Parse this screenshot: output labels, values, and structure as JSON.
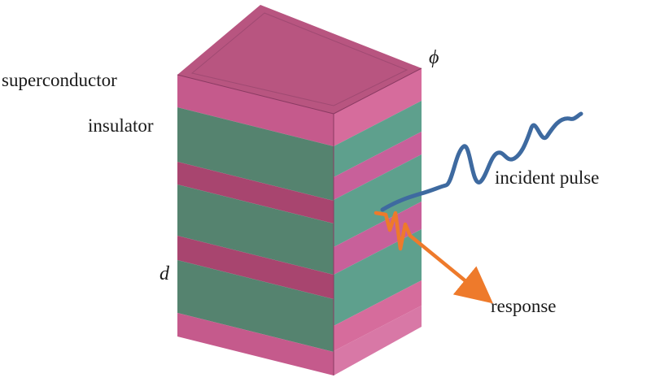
{
  "labels": {
    "superconductor": "superconductor",
    "insulator": "insulator",
    "d": "d",
    "phi": "ϕ",
    "incident_pulse": "incident pulse",
    "response": "response"
  },
  "colors": {
    "superconductor_front": "#c55a8c",
    "superconductor_side": "#d66c9c",
    "superconductor_top": "#b85580",
    "insulator_front": "#55836f",
    "insulator_side": "#5ea08d",
    "incident_pulse": "#3e6aa0",
    "response": "#ee7a2b"
  }
}
